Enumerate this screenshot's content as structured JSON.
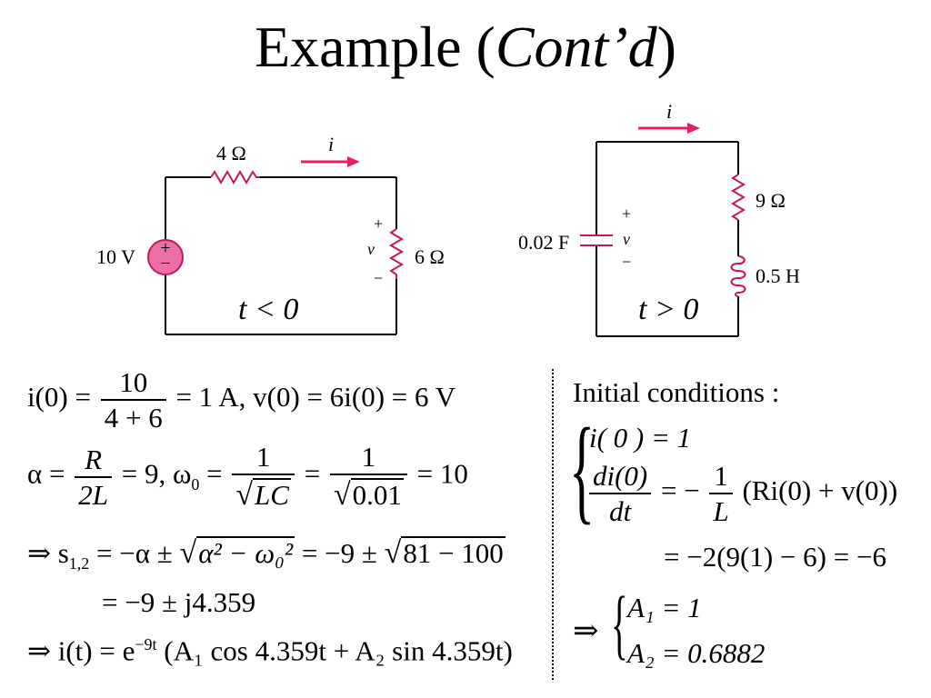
{
  "title": {
    "main": "Example (",
    "italic": "Cont’d",
    "close": ")"
  },
  "circuit_left": {
    "resistor1": "4 Ω",
    "current": "i",
    "source": "10 V",
    "plus": "+",
    "minus": "−",
    "v": "v",
    "resistor2": "6 Ω",
    "time": "t < 0"
  },
  "circuit_right": {
    "current": "i",
    "capacitor": "0.02 F",
    "plus": "+",
    "minus": "−",
    "v": "v",
    "resistor": "9 Ω",
    "inductor": "0.5 H",
    "time": "t > 0"
  },
  "equations_left": {
    "l1_a": "i(0) =",
    "l1_num": "10",
    "l1_den": "4 + 6",
    "l1_b": "= 1 A,  v(0) = 6i(0) = 6 V",
    "l2_a": "α =",
    "l2_num1": "R",
    "l2_den1": "2L",
    "l2_b": "= 9,  ω",
    "l2_sub": "0",
    "l2_c": "=",
    "l2_num2": "1",
    "l2_den2": "LC",
    "l2_d": "=",
    "l2_num3": "1",
    "l2_den3": "0.01",
    "l2_e": "= 10",
    "l3_a": "⇒ s",
    "l3_sub": "1,2",
    "l3_b": "= −α ±",
    "l3_sqrt": "α² − ω₀²",
    "l3_c": "= −9 ±",
    "l3_sqrt2": "81 − 100",
    "l4": "= −9 ± j4.359",
    "l5_a": "⇒ i(t) = e",
    "l5_sup": "−9t",
    "l5_b": "(A₁ cos 4.359t + A₂ sin 4.359t)"
  },
  "equations_right": {
    "heading": "Initial conditions :",
    "c1": "i( 0 ) = 1",
    "c2_num": "di(0)",
    "c2_den": "dt",
    "c2_a": "= −",
    "c2_num2": "1",
    "c2_den2": "L",
    "c2_b": "(Ri(0) + v(0))",
    "c3": "= −2(9(1) − 6) = −6",
    "arrow": "⇒",
    "a1": "A₁ = 1",
    "a2": "A₂ = 0.6882"
  }
}
